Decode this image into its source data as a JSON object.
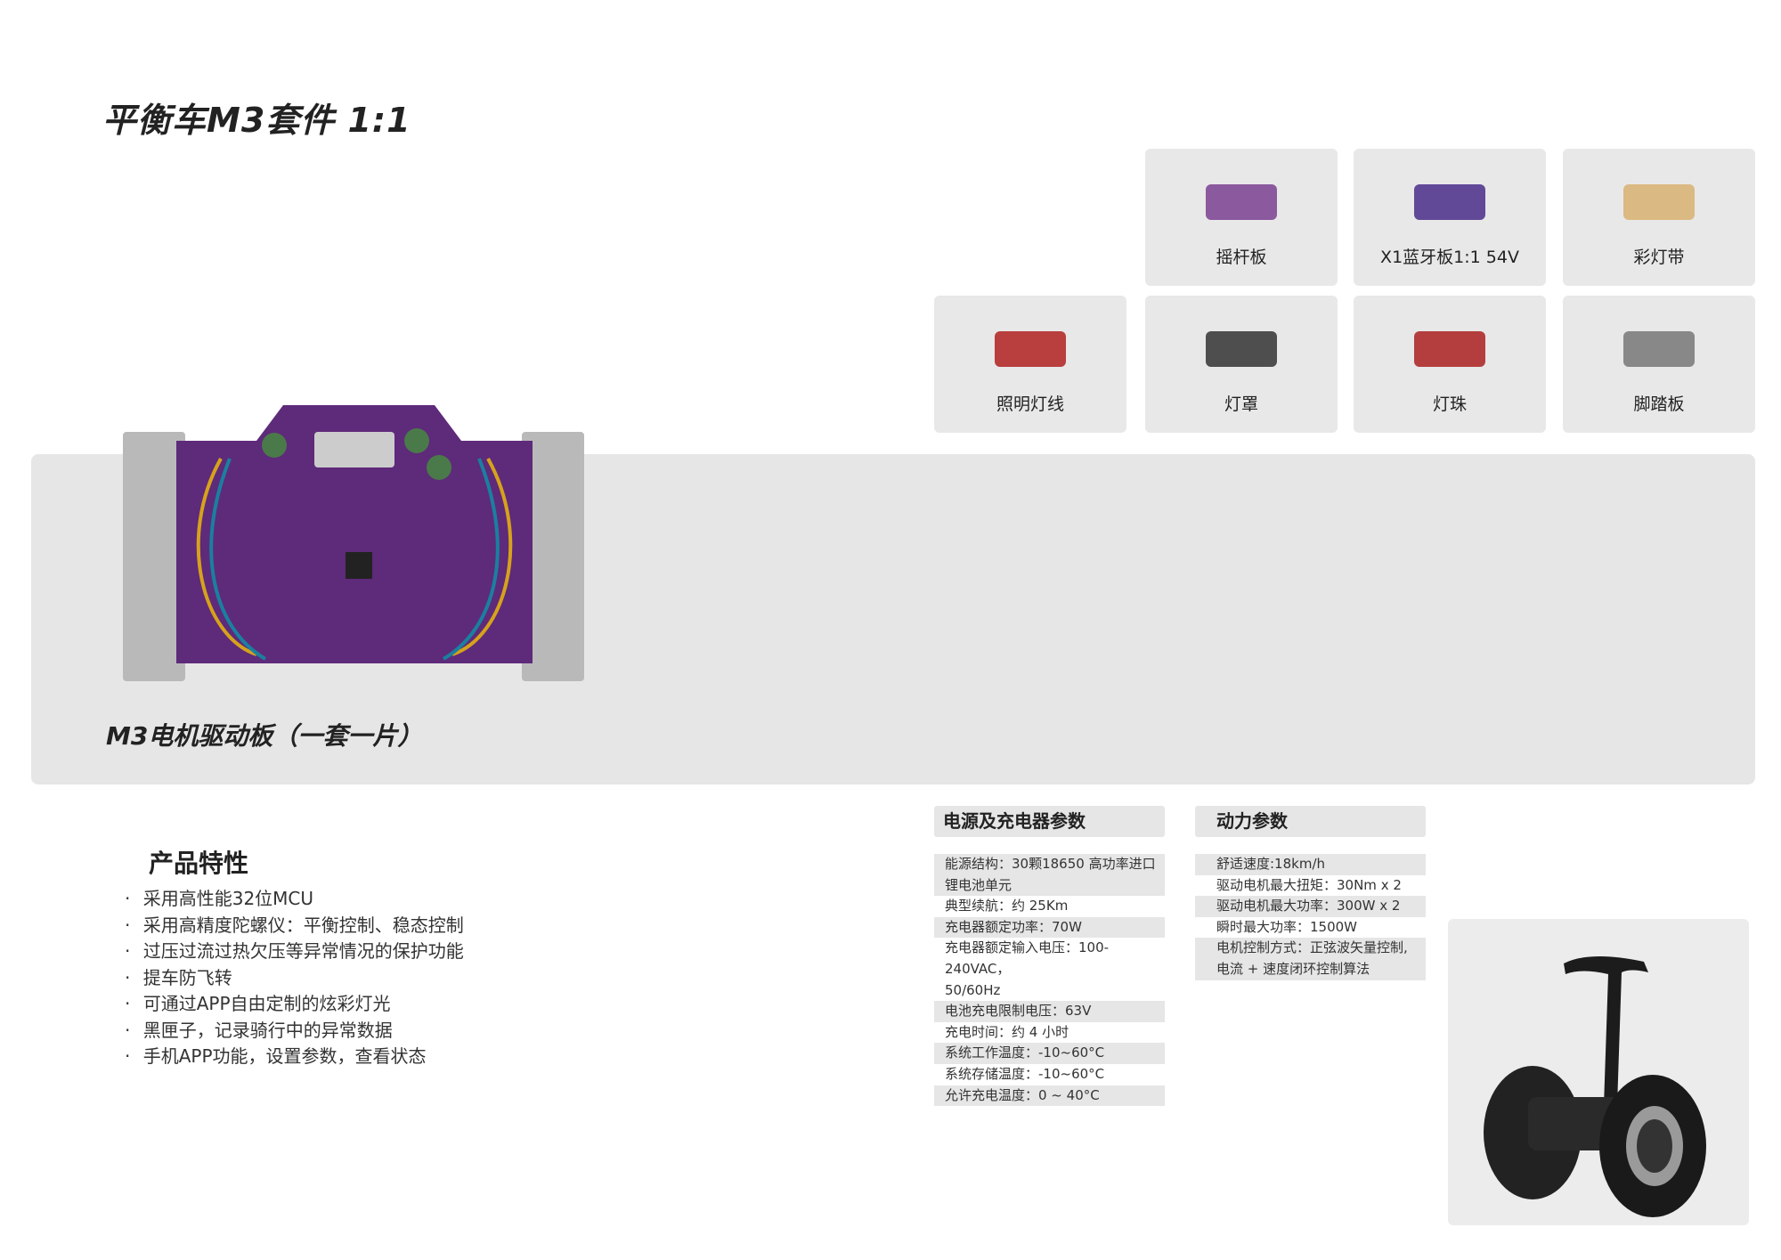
{
  "title": "平衡车M3套件  1:1",
  "accessories": [
    {
      "label": "摇杆板"
    },
    {
      "label": "X1蓝牙板1:1  54V"
    },
    {
      "label": "彩灯带"
    },
    {
      "label": "照明灯线"
    },
    {
      "label": "灯罩"
    },
    {
      "label": "灯珠"
    },
    {
      "label": "脚踏板"
    }
  ],
  "board_label": "M3电机驱动板（一套一片）",
  "features": {
    "heading": "产品特性",
    "items": [
      "采用高性能32位MCU",
      "采用高精度陀螺仪：平衡控制、稳态控制",
      "过压过流过热欠压等异常情况的保护功能",
      "提车防飞转",
      "可通过APP自由定制的炫彩灯光",
      "黑匣子，记录骑行中的异常数据",
      "手机APP功能，设置参数，查看状态"
    ]
  },
  "power": {
    "heading": "电源及充电器参数",
    "rows": [
      [
        "能源结构：30颗18650 高功率进口",
        "锂电池单元"
      ],
      [
        "典型续航：约 25Km"
      ],
      [
        "充电器额定功率：70W"
      ],
      [
        "充电器额定输入电压：100-240VAC，",
        "50/60Hz"
      ],
      [
        "电池充电限制电压：63V"
      ],
      [
        "充电时间：约 4 小时"
      ],
      [
        "系统工作温度：-10~60°C"
      ],
      [
        "系统存储温度：-10~60°C"
      ],
      [
        "允许充电温度：0 ~ 40°C"
      ]
    ]
  },
  "dynamics": {
    "heading": "动力参数",
    "rows": [
      [
        "舒适速度:18km/h"
      ],
      [
        "驱动电机最大扭矩：30Nm x 2"
      ],
      [
        "驱动电机最大功率：300W x 2"
      ],
      [
        "瞬时最大功率：1500W"
      ],
      [
        "电机控制方式：正弦波矢量控制,",
        "电流 + 速度闭环控制算法"
      ]
    ]
  }
}
